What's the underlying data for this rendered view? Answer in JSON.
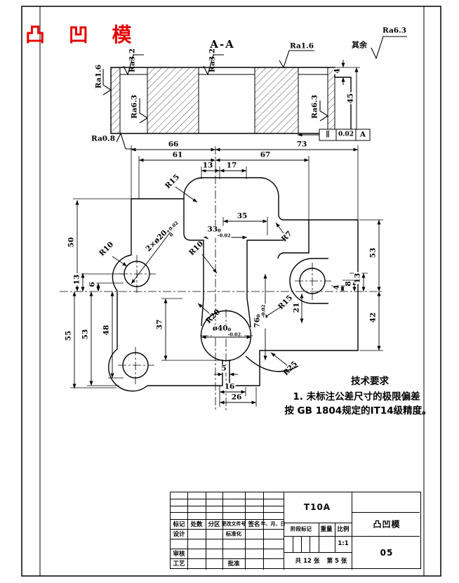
{
  "sheet": {
    "red_title": "凸 凹 模",
    "rest_prefix": "其余",
    "rest_value": "Ra6.3"
  },
  "section": {
    "label": "A-A",
    "ra_left": "Ra1.6",
    "ra_slot1_top": "Ra3.2",
    "ra_slot1_side": "Ra6.3",
    "ra_slot2_top": "Ra3.2",
    "ra_slot2_side": "Ra6.3",
    "ra_top_right": "Ra1.6",
    "ra_bottom": "Ra0.8",
    "dim_step": "4",
    "dim_height": "45",
    "tol_symbol": "∥",
    "tol_value": "0.02",
    "tol_datum": "A"
  },
  "plan": {
    "top": {
      "d66": "66",
      "d73": "73",
      "d61": "61",
      "d67": "67",
      "d13": "13",
      "d17": "17"
    },
    "left": {
      "d50": "50",
      "d13": "13",
      "d6": "6",
      "d55": "55",
      "d53": "53",
      "d48": "48",
      "d37": "37"
    },
    "right": {
      "d53": "53",
      "d13": "13",
      "d8": "8",
      "d4": "4",
      "d42": "42",
      "d21": "21"
    },
    "bottom": {
      "d5": "5",
      "d16": "16",
      "d26": "26"
    },
    "center": {
      "d35": "35",
      "d33": {
        "v": "33",
        "up": "0",
        "dn": "-0.02"
      },
      "d76": {
        "v": "76",
        "up": "0",
        "dn": "-0.02"
      },
      "dia40": {
        "v": "ø40",
        "up": "0",
        "dn": "-0.02"
      },
      "holes": {
        "v": "2×ø20",
        "up": "+0.02",
        "dn": "0"
      }
    },
    "radii": {
      "r15_top": "R15",
      "r10_hole": "R10",
      "r10_center": "R10",
      "r7": "R7",
      "r20": "R20",
      "r15_right": "R15",
      "r25": "R25"
    }
  },
  "tech": {
    "title": "技术要求",
    "line1": "1. 未标注公差尺寸的极限偏差",
    "line2": "按 GB 1804规定的IT14级精度。"
  },
  "tb": {
    "material": "T10A",
    "part_name": "凸凹模",
    "drawing_no": "05",
    "scale_value": "1:1",
    "headers": [
      "标记",
      "处数",
      "分区",
      "更改文件号",
      "签名",
      "年、月、日"
    ],
    "design": "设计",
    "standard": "标准化",
    "review": "审核",
    "process": "工艺",
    "approve": "批准",
    "stage_label": "阶段标记",
    "weight_label": "重量",
    "scale_label": "比例",
    "sheet_total": "共 12 张",
    "sheet_page": "第 5 张"
  }
}
